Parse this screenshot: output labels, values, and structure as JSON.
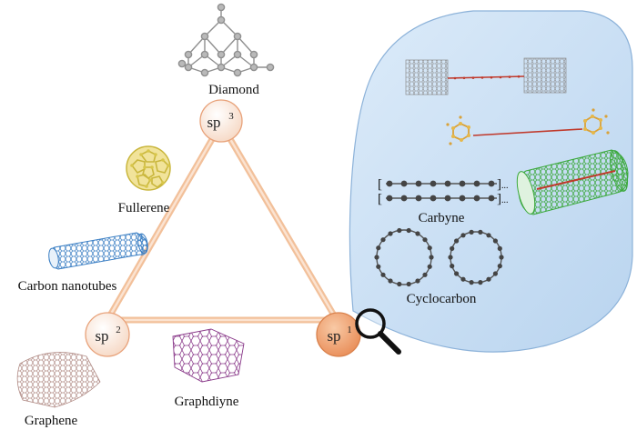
{
  "nodes": {
    "sp3": {
      "base": "sp",
      "sup": "3"
    },
    "sp2": {
      "base": "sp",
      "sup": "2"
    },
    "sp1": {
      "base": "sp",
      "sup": "1"
    }
  },
  "labels": {
    "diamond": "Diamond",
    "fullerene": "Fullerene",
    "carbon_nanotubes": "Carbon nanotubes",
    "graphene": "Graphene",
    "graphdiyne": "Graphdiyne",
    "carbyne": "Carbyne",
    "cyclocarbon": "Cyclocarbon"
  },
  "carbyne_brackets": {
    "open": "[",
    "close": "]",
    "suffix": "..."
  },
  "colors": {
    "triangle": "#f2c09a",
    "triangle_edge": "#e8a27a",
    "node_fill_light": "#fdeee3",
    "node_fill_sp1": "#f0a878",
    "bubble_fill": "#c4dcf3",
    "bubble_edge": "#8cb2d9",
    "nanotube_blue": "#3b7fc4",
    "fullerene_yellow": "#d8c64a",
    "graphdiyne_purple": "#8a3a8a",
    "graphene_brown": "#b08a84",
    "diamond_grey": "#9a9a9a",
    "carbyne_grey": "#555555",
    "chain_red": "#c0392b",
    "green_tube": "#3aa83a"
  },
  "icons": [
    "magnifier-icon"
  ]
}
